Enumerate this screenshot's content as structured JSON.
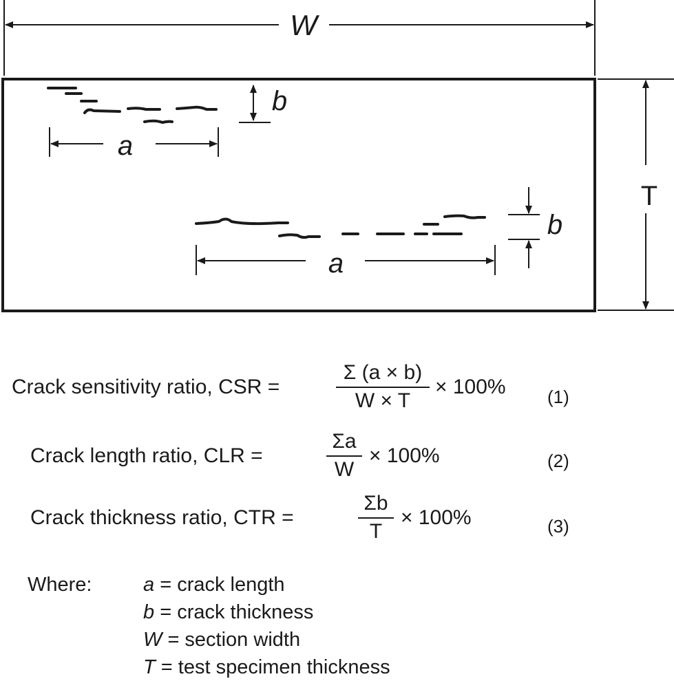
{
  "diagram": {
    "width_label": "W",
    "thickness_label": "T",
    "crack_length_label": "a",
    "crack_thickness_label": "b"
  },
  "equations": [
    {
      "label": "Crack sensitivity ratio, CSR =",
      "numerator": "Σ (a × b)",
      "denominator": "W × T",
      "suffix": "× 100%",
      "number": "(1)"
    },
    {
      "label": "Crack length ratio, CLR =",
      "numerator": "Σa",
      "denominator": "W",
      "suffix": "× 100%",
      "number": "(2)"
    },
    {
      "label": "Crack thickness ratio, CTR =",
      "numerator": "Σb",
      "denominator": "T",
      "suffix": "× 100%",
      "number": "(3)"
    }
  ],
  "legend": {
    "heading": "Where:",
    "items": [
      {
        "symbol": "a",
        "text": "= crack length"
      },
      {
        "symbol": "b",
        "text": "= crack thickness"
      },
      {
        "symbol": "W",
        "text": "= section width"
      },
      {
        "symbol": "T",
        "text": "= test specimen thickness"
      }
    ]
  },
  "colors": {
    "ink": "#1a1a1a",
    "background": "#ffffff"
  }
}
